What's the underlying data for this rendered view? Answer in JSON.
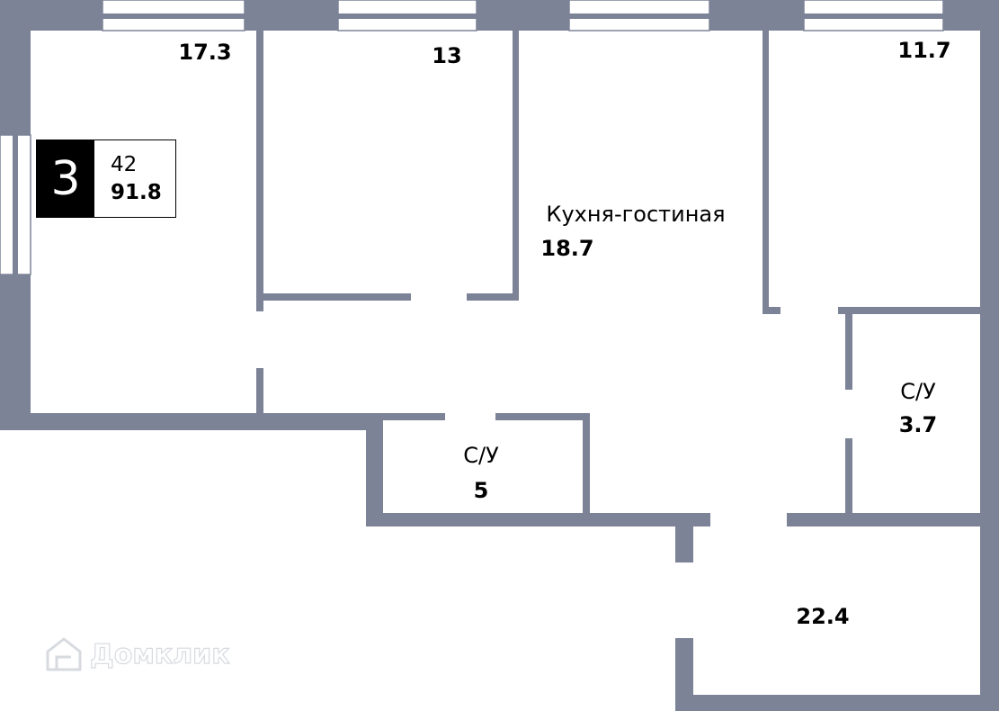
{
  "apartment": {
    "rooms_count": "3",
    "floor": "42",
    "total_area": "91.8"
  },
  "rooms": {
    "room_left": {
      "area": "17.3"
    },
    "room_middle": {
      "area": "13"
    },
    "kitchen_living": {
      "name": "Кухня-гостиная",
      "area": "18.7"
    },
    "room_right": {
      "area": "11.7"
    },
    "bathroom_right": {
      "name": "С/У",
      "area": "3.7"
    },
    "bathroom_center": {
      "name": "С/У",
      "area": "5"
    },
    "hall": {
      "area": "22.4"
    }
  },
  "watermark": {
    "text": "Домклик",
    "icon": "house-logo-icon"
  },
  "colors": {
    "wall": "#7c8397",
    "badge_dark": "#000000",
    "background": "#ffffff"
  }
}
